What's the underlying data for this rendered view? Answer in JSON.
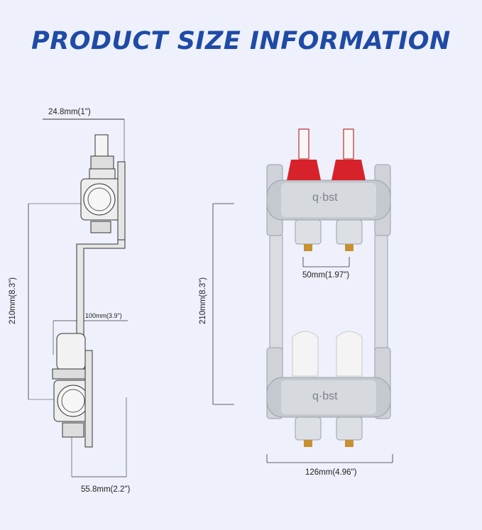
{
  "header": {
    "title": "PRODUCT SIZE INFORMATION",
    "title_color": "#1f4aa6"
  },
  "side_view": {
    "top_width": "24.8mm(1\")",
    "height": "210mm(8.3\")",
    "offset": "100mm(3.9\")",
    "bottom_width": "55.8mm(2.2\")"
  },
  "front_view": {
    "brand_top": "q·bst",
    "brand_bottom": "q·bst",
    "outlet_spacing": "50mm(1.97\")",
    "height": "210mm(8.3\")",
    "total_width": "126mm(4.96\")"
  },
  "colors": {
    "background": "#eef1fb",
    "line": "#333333",
    "metal": "#c9ccd2",
    "flowmeter_red": "#d7222b",
    "brass": "#c8902f"
  }
}
